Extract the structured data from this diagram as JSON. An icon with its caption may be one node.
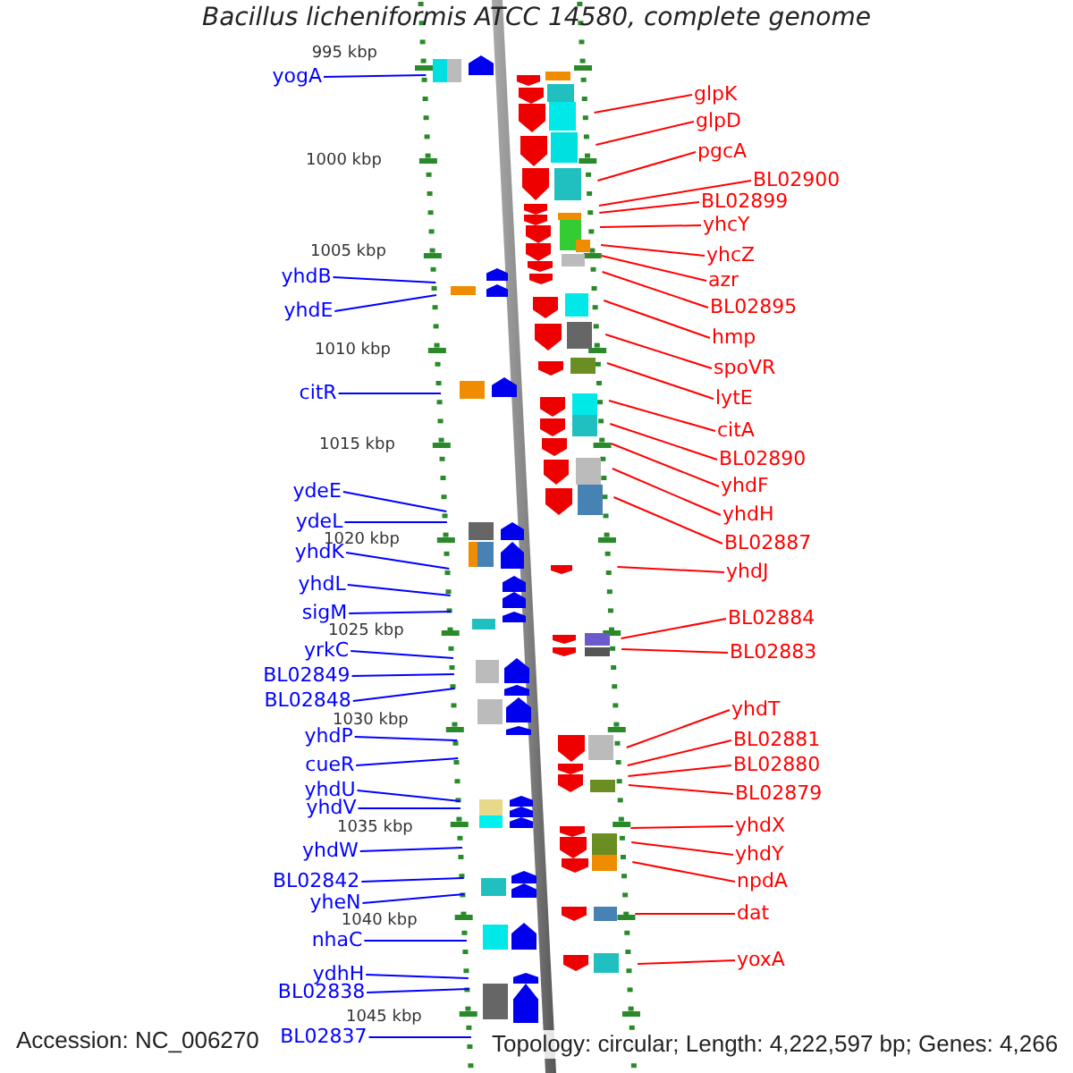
{
  "diagram": {
    "title": "Bacillus licheniformis ATCC 14580, complete genome",
    "nodes": [
      {
        "text": [
          "yogA"
        ]
      },
      {
        "text": [
          "yhdB"
        ]
      },
      {
        "text": [
          "yhdE"
        ]
      },
      {
        "text": [
          "citR"
        ]
      },
      {
        "text": [
          "ydeE"
        ]
      },
      {
        "text": [
          "ydeL"
        ]
      },
      {
        "text": [
          "yhdK"
        ]
      },
      {
        "text": [
          "yhdL"
        ]
      },
      {
        "text": [
          "sigM"
        ]
      },
      {
        "text": [
          "yrkC"
        ]
      },
      {
        "text": [
          "BL02849"
        ]
      },
      {
        "text": [
          "BL02848"
        ]
      },
      {
        "text": [
          "yhdP"
        ]
      },
      {
        "text": [
          "cueR"
        ]
      },
      {
        "text": [
          "yhdU"
        ]
      },
      {
        "text": [
          "yhdV"
        ]
      },
      {
        "text": [
          "yhdW"
        ]
      },
      {
        "text": [
          "BL02842"
        ]
      },
      {
        "text": [
          "yheN"
        ]
      },
      {
        "text": [
          "nhaC"
        ]
      },
      {
        "text": [
          "ydhH"
        ]
      },
      {
        "text": [
          "BL02838"
        ]
      },
      {
        "text": [
          "BL02837"
        ]
      },
      {
        "text": [
          "glpK"
        ]
      },
      {
        "text": [
          "glpD"
        ]
      },
      {
        "text": [
          "pgcA"
        ]
      },
      {
        "text": [
          "BL02900"
        ]
      },
      {
        "text": [
          "BL02899"
        ]
      },
      {
        "text": [
          "yhcY"
        ]
      },
      {
        "text": [
          "yhcZ"
        ]
      },
      {
        "text": [
          "azr"
        ]
      },
      {
        "text": [
          "BL02895"
        ]
      },
      {
        "text": [
          "hmp"
        ]
      },
      {
        "text": [
          "spoVR"
        ]
      },
      {
        "text": [
          "lytE"
        ]
      },
      {
        "text": [
          "citA"
        ]
      },
      {
        "text": [
          "BL02890"
        ]
      },
      {
        "text": [
          "yhdF"
        ]
      },
      {
        "text": [
          "yhdH"
        ]
      },
      {
        "text": [
          "BL02887"
        ]
      },
      {
        "text": [
          "yhdJ"
        ]
      },
      {
        "text": [
          "BL02884"
        ]
      },
      {
        "text": [
          "BL02883"
        ]
      },
      {
        "text": [
          "yhdT"
        ]
      },
      {
        "text": [
          "BL02881"
        ]
      },
      {
        "text": [
          "BL02880"
        ]
      },
      {
        "text": [
          "BL02879"
        ]
      },
      {
        "text": [
          "yhdX"
        ]
      },
      {
        "text": [
          "yhdY"
        ]
      },
      {
        "text": [
          "npdA"
        ]
      },
      {
        "text": [
          "dat"
        ]
      },
      {
        "text": [
          "yoxA"
        ]
      }
    ],
    "edges": [
      {
        "from": 0,
        "to": null,
        "arrow": "none",
        "color": "#0000ff"
      },
      {
        "from": 1,
        "to": null,
        "arrow": "none",
        "color": "#0000ff"
      },
      {
        "from": 2,
        "to": null,
        "arrow": "none",
        "color": "#0000ff"
      },
      {
        "from": 3,
        "to": null,
        "arrow": "none",
        "color": "#0000ff"
      },
      {
        "from": 4,
        "to": null,
        "arrow": "none",
        "color": "#0000ff"
      },
      {
        "from": 5,
        "to": null,
        "arrow": "none",
        "color": "#0000ff"
      },
      {
        "from": 6,
        "to": null,
        "arrow": "none",
        "color": "#0000ff"
      },
      {
        "from": 7,
        "to": null,
        "arrow": "none",
        "color": "#0000ff"
      },
      {
        "from": 8,
        "to": null,
        "arrow": "none",
        "color": "#0000ff"
      },
      {
        "from": 9,
        "to": null,
        "arrow": "none",
        "color": "#0000ff"
      },
      {
        "from": 10,
        "to": null,
        "arrow": "none",
        "color": "#0000ff"
      },
      {
        "from": 11,
        "to": null,
        "arrow": "none",
        "color": "#0000ff"
      },
      {
        "from": 12,
        "to": null,
        "arrow": "none",
        "color": "#0000ff"
      },
      {
        "from": 13,
        "to": null,
        "arrow": "none",
        "color": "#0000ff"
      },
      {
        "from": 14,
        "to": null,
        "arrow": "none",
        "color": "#0000ff"
      },
      {
        "from": 15,
        "to": null,
        "arrow": "none",
        "color": "#0000ff"
      },
      {
        "from": 16,
        "to": null,
        "arrow": "none",
        "color": "#0000ff"
      },
      {
        "from": 17,
        "to": null,
        "arrow": "none",
        "color": "#0000ff"
      },
      {
        "from": 18,
        "to": null,
        "arrow": "none",
        "color": "#0000ff"
      },
      {
        "from": 19,
        "to": null,
        "arrow": "none",
        "color": "#0000ff"
      },
      {
        "from": 20,
        "to": null,
        "arrow": "none",
        "color": "#0000ff"
      },
      {
        "from": 21,
        "to": null,
        "arrow": "none",
        "color": "#0000ff"
      },
      {
        "from": 22,
        "to": null,
        "arrow": "none",
        "color": "#0000ff"
      },
      {
        "from": 23,
        "to": null,
        "arrow": "none"
      },
      {
        "from": 24,
        "to": null,
        "arrow": "none"
      },
      {
        "from": 25,
        "to": null,
        "arrow": "none"
      },
      {
        "from": 26,
        "to": null,
        "arrow": "none"
      },
      {
        "from": 27,
        "to": null,
        "arrow": "none"
      },
      {
        "from": 28,
        "to": null,
        "arrow": "none"
      },
      {
        "from": 29,
        "to": null,
        "arrow": "none"
      },
      {
        "from": 30,
        "to": null,
        "arrow": "none"
      },
      {
        "from": 31,
        "to": null,
        "arrow": "none"
      },
      {
        "from": 32,
        "to": null,
        "arrow": "none"
      },
      {
        "from": 33,
        "to": null,
        "arrow": "none"
      },
      {
        "from": 34,
        "to": null,
        "arrow": "none"
      },
      {
        "from": 35,
        "to": null,
        "arrow": "none"
      },
      {
        "from": 36,
        "to": null,
        "arrow": "none"
      },
      {
        "from": 37,
        "to": null,
        "arrow": "none"
      },
      {
        "from": 38,
        "to": null,
        "arrow": "none"
      },
      {
        "from": 39,
        "to": null,
        "arrow": "none"
      },
      {
        "from": 40,
        "to": null,
        "arrow": "none"
      },
      {
        "from": 41,
        "to": null,
        "arrow": "none"
      },
      {
        "from": 42,
        "to": null,
        "arrow": "none"
      },
      {
        "from": 43,
        "to": null,
        "arrow": "none"
      },
      {
        "from": 44,
        "to": null,
        "arrow": "none"
      },
      {
        "from": 45,
        "to": null,
        "arrow": "none"
      },
      {
        "from": 46,
        "to": null,
        "arrow": "none"
      },
      {
        "from": 47,
        "to": null,
        "arrow": "none"
      },
      {
        "from": 48,
        "to": null,
        "arrow": "none"
      },
      {
        "from": 49,
        "to": null,
        "arrow": "none"
      },
      {
        "from": 50,
        "to": null,
        "arrow": "none"
      },
      {
        "from": 51,
        "to": null,
        "arrow": "none"
      }
    ],
    "labels": [
      "995 kbp",
      "1000 kbp",
      "1005 kbp",
      "1010 kbp",
      "1015 kbp",
      "1020 kbp",
      "1025 kbp",
      "1030 kbp",
      "1035 kbp",
      "1040 kbp",
      "1045 kbp",
      "Accession: NC_006270",
      "Topology: circular; Length: 4,222,597 bp; Genes: 4,266"
    ]
  }
}
